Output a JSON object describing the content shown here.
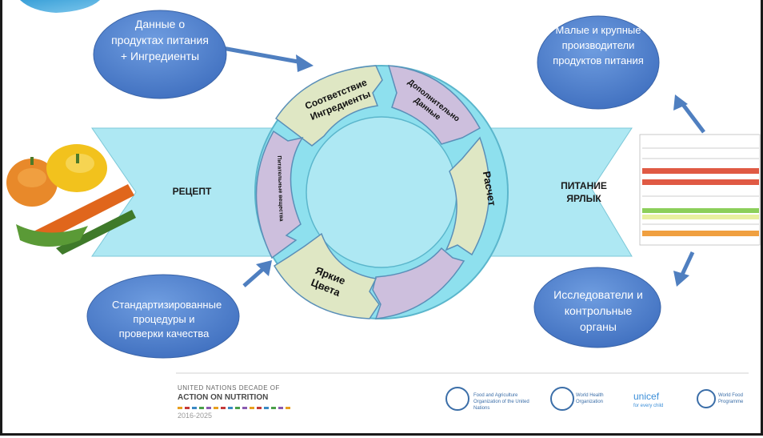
{
  "bubbles": {
    "top_left": "Данные о продуктах питания + Ингредиенты",
    "top_right": "Малые и крупные производители продуктов питания",
    "bottom_left": "Стандартизированные процедуры и проверки качества",
    "bottom_right": "Исследователи и контрольные органы"
  },
  "arrow": {
    "left_label": "РЕЦЕПТ",
    "right_label": "ПИТАНИЕ ЯРЛЫК"
  },
  "segments": {
    "match": "Соответствие Ингредиенты",
    "additional": "Дополнительно Данные",
    "calc": "Расчет",
    "bright": "Яркие Цвета",
    "nutrients": "Питательные вещества"
  },
  "footer": {
    "decade_line1": "UNITED NATIONS DECADE OF",
    "decade_line2": "ACTION ON NUTRITION",
    "decade_years": "2016-2025",
    "fao": "Food and Agriculture Organization of the United Nations",
    "who": "World Health Organization",
    "unicef": "unicef",
    "unicef_tag": "for every child",
    "wfp": "World Food Programme"
  },
  "colors": {
    "bubble": "#4d7fcc",
    "ring": "#8ee0ee",
    "segment_green": "#dfe7c4",
    "segment_purple": "#cdbfdd",
    "arrow_fill": "#aee8f3",
    "connector": "#4f7fc0"
  }
}
